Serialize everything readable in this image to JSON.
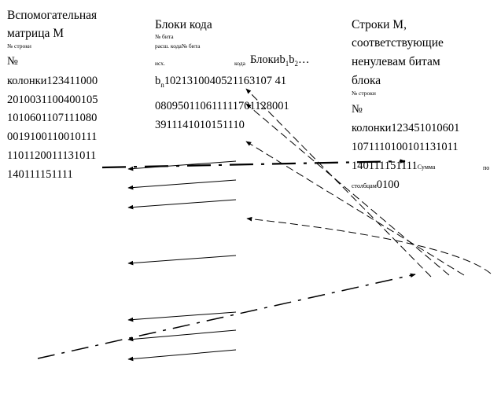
{
  "left_block": {
    "title_line1": "Вспомогательная",
    "title_line2": "матрица М",
    "small_label": "№ строки",
    "num_sign": "№",
    "rows": [
      "колонки123411000",
      "2010031100400105",
      "1010601107111080",
      "0019100110010111",
      "1101120011131011",
      "140111151111"
    ]
  },
  "middle_block": {
    "title": "Блоки кода",
    "small_label1": "№ бита",
    "small_label2": "расш. кода№ бита",
    "small_label3": "исх.",
    "small_label4": "кода",
    "blocks_word": "Блоки",
    "b_char": "b",
    "sub1": "1",
    "sub2": "2",
    "ellipsis": "…",
    "sub_n": "n",
    "rows": [
      "1021310040521163107 41",
      "080950110611111701128001",
      "3911141010151110"
    ]
  },
  "right_block": {
    "title_line1": "Строки М,",
    "title_line2": "соответствующие",
    "title_line3": "ненулевам битам",
    "title_line4": "блока",
    "small_label": "№ строки",
    "num_sign": "№",
    "rows": [
      "колонки123451010601",
      "1071110100101131011",
      "140111151111"
    ],
    "sum_word": "Сумма",
    "po_word": "по",
    "stolbcam_word": "столбцам",
    "sum_value": "0100"
  }
}
